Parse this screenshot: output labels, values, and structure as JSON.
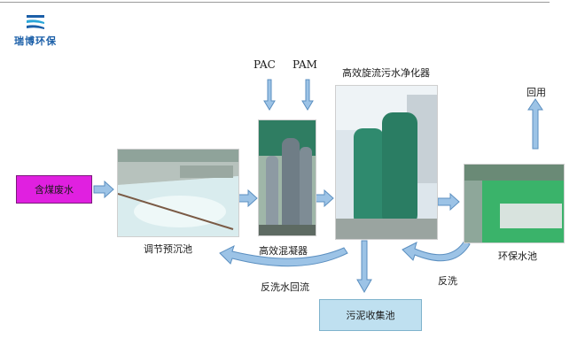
{
  "logo": {
    "text": "瑞博环保"
  },
  "nodes": {
    "input": "含煤废水",
    "tank": "调节预沉池",
    "coagulator": "高效混凝器",
    "purifier": "高效旋流污水净化器",
    "pool": "环保水池",
    "sludge": "污泥收集池"
  },
  "chemicals": {
    "pac": "PAC",
    "pam": "PAM"
  },
  "flows": {
    "reuse": "回用",
    "backwash_reflux": "反洗水回流",
    "backwash": "反洗"
  },
  "colors": {
    "arrow_fill": "#9cc3e6",
    "arrow_stroke": "#5b8fc0",
    "input_box": "#e020e0",
    "sludge_box": "#bfe0f0"
  }
}
